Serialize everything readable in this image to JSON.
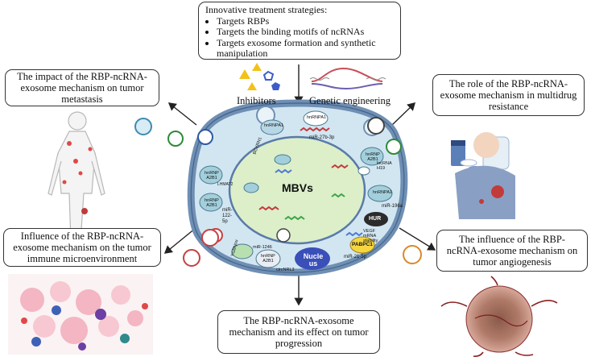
{
  "top": {
    "title": "Innovative treatment strategies:",
    "items": [
      "Targets RBPs",
      "Targets the binding motifs of ncRNAs",
      "Targets exosome formation and synthetic manipulation"
    ]
  },
  "labels": {
    "inhibitors": "Inhibitors",
    "genetic_engineering": "Genetic engineering"
  },
  "boxes": {
    "metastasis": "The impact of the RBP-ncRNA-exosome mechanism on tumor metastasis",
    "multidrug": "The role of the RBP-ncRNA-exosome mechanism in multidrug resistance",
    "immune": "Influence of the RBP-ncRNA-exosome mechanism on the tumor immune microenvironment",
    "angiogenesis": "The influence of the RBP-ncRNA-exosome mechanism on tumor angiogenesis",
    "progression": "The RBP-ncRNA-exosome mechanism and its effect on tumor progression"
  },
  "cell": {
    "center": "MBVs",
    "nucleus": "Nucle us",
    "hnRNPA1_top": "hnRNPA1",
    "bcyrn1": "BCYRN1",
    "hnRNPA1_mir27": "hnRNPA1",
    "mir27": "miR-27b-3p",
    "hnrnp_a2b1_left": "hnRNP A2B1",
    "lhmat2": "LHMAT2",
    "hnrnp_a2b1_right": "hnRNP A2B1",
    "lncrna_h19": "lncRNA H19",
    "hnrnp_a2b1_mid": "hnRNP A2B1",
    "mir122": "miR-122-5p",
    "hnRNPA1_right": "hnRNPA1",
    "mir196": "miR-196a",
    "hur": "HUR",
    "vegf": "VEGF mRNA stability",
    "pabpc1": "PABPC1",
    "mir21": "miR-21-5p",
    "ygbhjou": "YGbhjou",
    "mir1246": "miR-1246",
    "hnrnp_a2b1_bottom": "hnRNP A2B1",
    "circnrl3": "circNRL3"
  },
  "colors": {
    "cell_fill": "#d2e6f2",
    "cell_border": "#6f8fb3",
    "mbv_fill": "#dcefc8",
    "mbv_border": "#5a7aa8",
    "nucleus": "#3a4fb8",
    "inhibitor_yellow": "#f2c21a",
    "inhibitor_blue": "#3b5cc8"
  }
}
